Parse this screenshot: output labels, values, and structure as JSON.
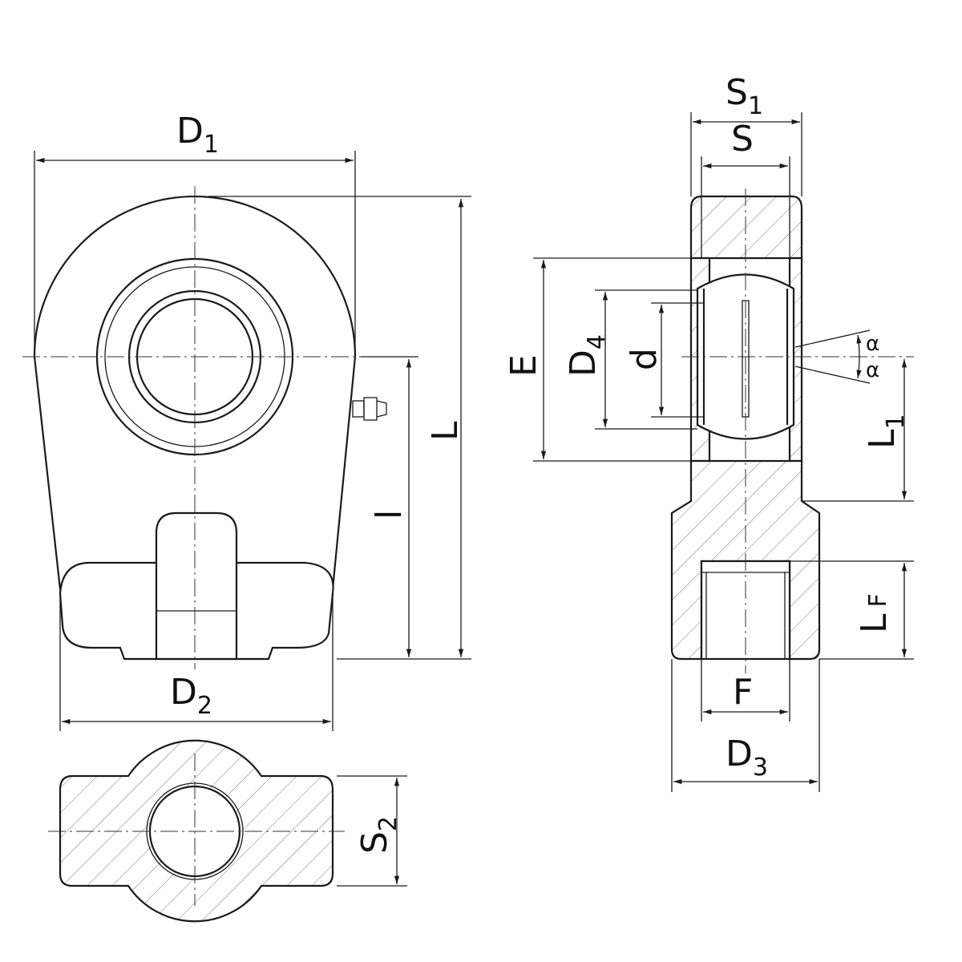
{
  "labels": {
    "D1": {
      "main": "D",
      "sub": "1"
    },
    "L": {
      "main": "L"
    },
    "l": {
      "main": "l"
    },
    "D2": {
      "main": "D",
      "sub": "2"
    },
    "S2": {
      "main": "S",
      "sub": "2"
    },
    "S1": {
      "main": "S",
      "sub": "1"
    },
    "S": {
      "main": "S"
    },
    "E": {
      "main": "E"
    },
    "D4": {
      "main": "D",
      "sub": "4"
    },
    "d": {
      "main": "d"
    },
    "alpha_top": {
      "main": "α"
    },
    "alpha_bottom": {
      "main": "α"
    },
    "L1": {
      "main": "L",
      "sub": "1"
    },
    "LF": {
      "main": "L",
      "sub": "F"
    },
    "F": {
      "main": "F"
    },
    "D3": {
      "main": "D",
      "sub": "3"
    }
  },
  "colors": {
    "line": "#1a1a1a",
    "background": "#ffffff"
  }
}
